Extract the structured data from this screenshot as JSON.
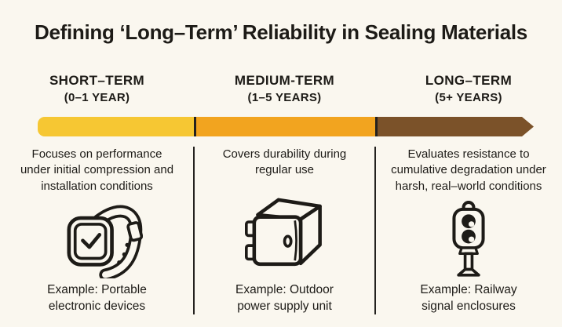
{
  "title": "Defining ‘Long–Term’ Reliability in Sealing Materials",
  "colors": {
    "background": "#FAF7EF",
    "text": "#1D1B17",
    "divider": "#24221F",
    "short_term_bar": "#F6C733",
    "medium_term_bar": "#F2A41F",
    "long_term_bar": "#7B5229"
  },
  "timeline": {
    "direction": "left-to-right",
    "arrow_at_end": true
  },
  "columns": [
    {
      "header": "SHORT–TERM",
      "range": "(0–1 YEAR)",
      "description": "Focuses on performance under initial compression and installation conditions",
      "icon": "smartwatch-icon",
      "example": "Example: Portable electronic devices",
      "bar_color": "#F6C733"
    },
    {
      "header": "MEDIUM-TERM",
      "range": "(1–5 YEARS)",
      "description": "Covers durability during regular use",
      "icon": "outdoor-power-box-icon",
      "example": "Example: Outdoor power supply unit",
      "bar_color": "#F2A41F"
    },
    {
      "header": "LONG–TERM",
      "range": "(5+ YEARS)",
      "description": "Evaluates resistance to cumulative degradation under harsh, real–world conditions",
      "icon": "railway-signal-icon",
      "example": "Example: Railway signal enclosures",
      "bar_color": "#7B5229"
    }
  ]
}
